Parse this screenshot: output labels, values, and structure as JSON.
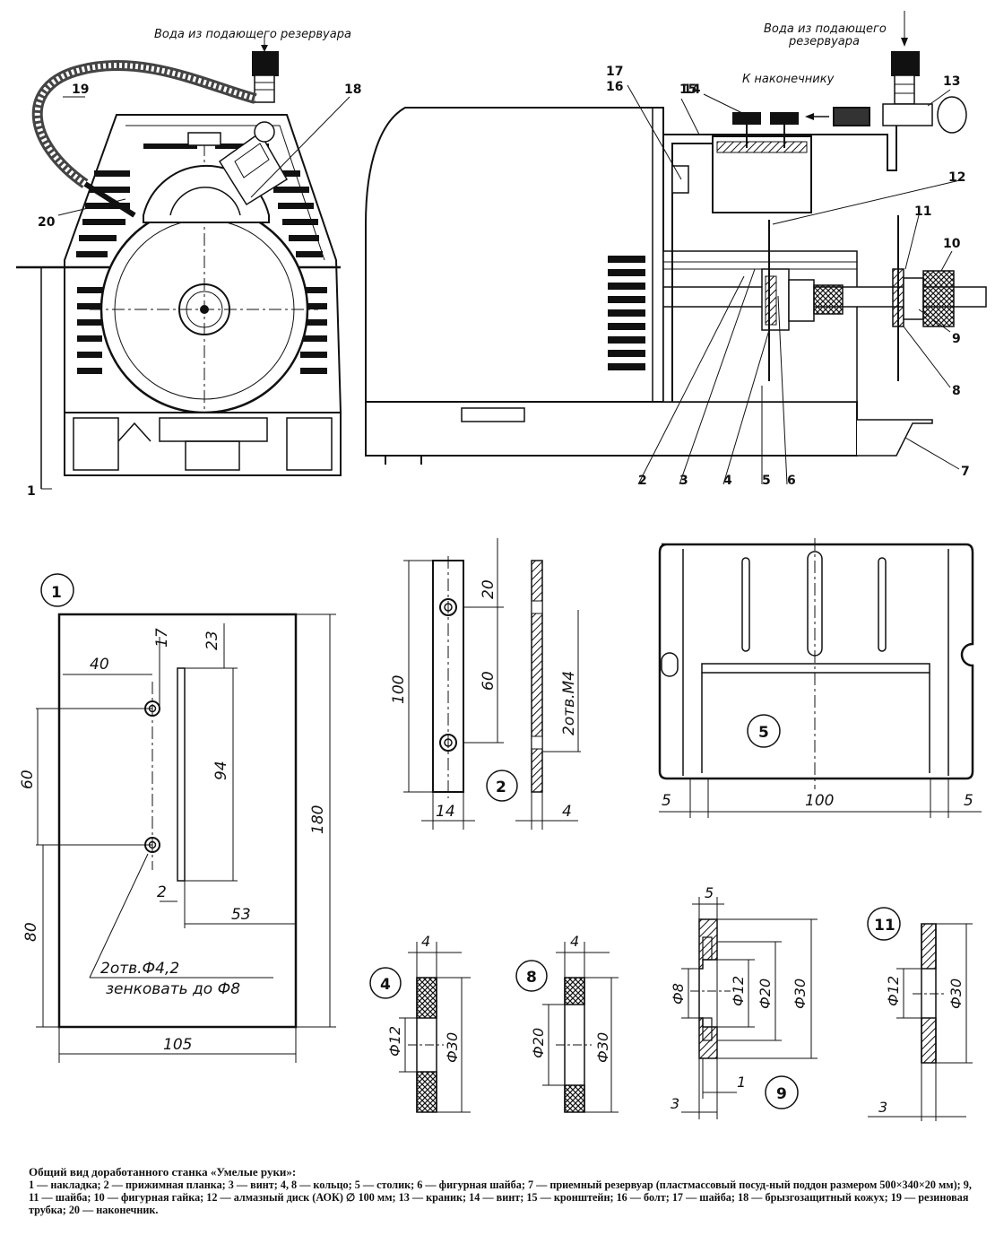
{
  "labels": {
    "water_left": "Вода из подающего резервуара",
    "water_right_1": "Вода из подающего",
    "water_right_2": "резервуара",
    "to_tip": "К наконечнику"
  },
  "callouts": [
    "1",
    "2",
    "3",
    "4",
    "5",
    "6",
    "7",
    "8",
    "9",
    "10",
    "11",
    "12",
    "13",
    "14",
    "15",
    "16",
    "17",
    "18",
    "19",
    "20"
  ],
  "part1": {
    "id": "1",
    "dims": [
      "40",
      "17",
      "23",
      "60",
      "94",
      "180",
      "80",
      "2",
      "53",
      "105"
    ],
    "note_1": "2отв.Ф4,2",
    "note_2": "зенковать до Ф8"
  },
  "part2": {
    "id": "2",
    "dims": [
      "20",
      "100",
      "60",
      "2отв.М4",
      "14",
      "4"
    ]
  },
  "part5": {
    "id": "5",
    "dims": [
      "5",
      "100",
      "5"
    ]
  },
  "part4": {
    "id": "4",
    "dims": [
      "4",
      "Ф12",
      "Ф30"
    ]
  },
  "part8": {
    "id": "8",
    "dims": [
      "4",
      "Ф20",
      "Ф30"
    ]
  },
  "part9": {
    "id": "9",
    "dims": [
      "5",
      "Ф8",
      "Ф12",
      "Ф20",
      "Ф30",
      "1",
      "3"
    ]
  },
  "part11": {
    "id": "11",
    "dims": [
      "Ф12",
      "Ф30",
      "3"
    ]
  },
  "caption": {
    "title": "Общий вид доработанного станка «Умелые руки»:",
    "text": "1 — накладка; 2 — прижимная планка; 3 — винт; 4, 8 — кольцо; 5 — столик; 6 — фигурная шайба; 7 — приемный резервуар (пластмассовый посуд-ный поддон размером 500×340×20 мм); 9, 11 — шайба; 10 — фигурная гайка; 12 — алмазный диск (АОК) ∅ 100 мм; 13 — краник; 14 — винт; 15 — кронштейн; 16 — болт; 17 — шайба; 18 — брызгозащитный кожух; 19 — резиновая трубка; 20 — наконечник."
  }
}
